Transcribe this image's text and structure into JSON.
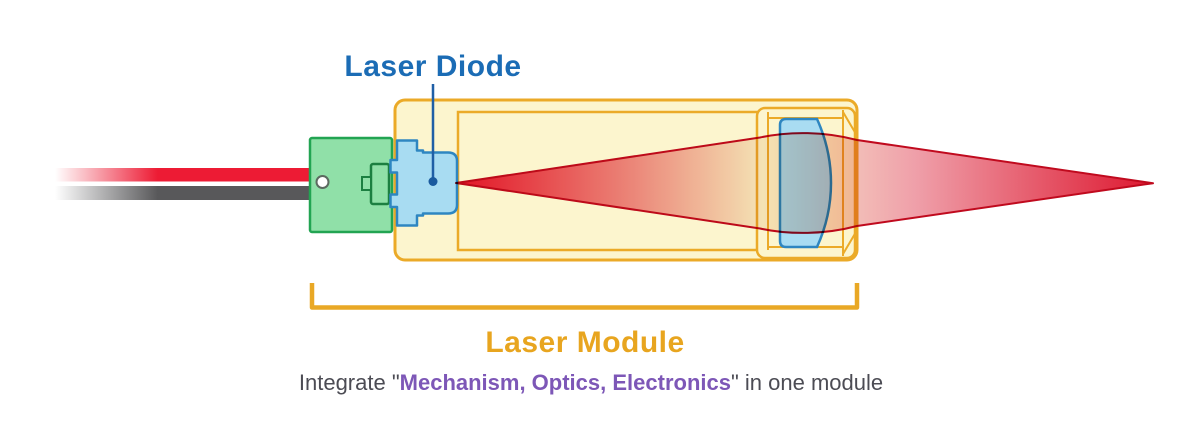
{
  "labels": {
    "laser_diode": "Laser Diode",
    "laser_module": "Laser Module"
  },
  "caption": {
    "prefix": "Integrate \"",
    "highlight": "Mechanism, Optics, Electronics",
    "suffix": "\" in one module"
  },
  "colors": {
    "laser_diode_label": "#1B6CB5",
    "laser_module_label": "#E8A51F",
    "bracket": "#E9A825",
    "caption_text": "#4C4C54",
    "caption_highlight": "#7D57B7",
    "housing_fill": "#FCF5CE",
    "housing_stroke": "#EBAA28",
    "pcb_fill": "#90E0A8",
    "pcb_stroke": "#22A452",
    "pcb_part_stroke": "#1C7F41",
    "hole_fill": "#FFFFFF",
    "hole_stroke": "#5C6A60",
    "diode_fill": "#A8DCF2",
    "diode_stroke": "#2E86C1",
    "lens_fill": "#A9DCF2",
    "lens_stroke": "#2E86C1",
    "leader_line": "#1F5FA6",
    "leader_dot": "#1A5A9E",
    "wire_red": "#ED1B34",
    "wire_black": "#58585A",
    "beam_edge": "#C00A1E",
    "beam_stop0": "#E5142E",
    "beam_stop1": "#EE8A94",
    "beam_stop2": "#F7ECDF",
    "beam_stop3": "#F4C9BD",
    "beam_stop4": "#EF9FA9",
    "beam_stop5": "#DD1830"
  }
}
